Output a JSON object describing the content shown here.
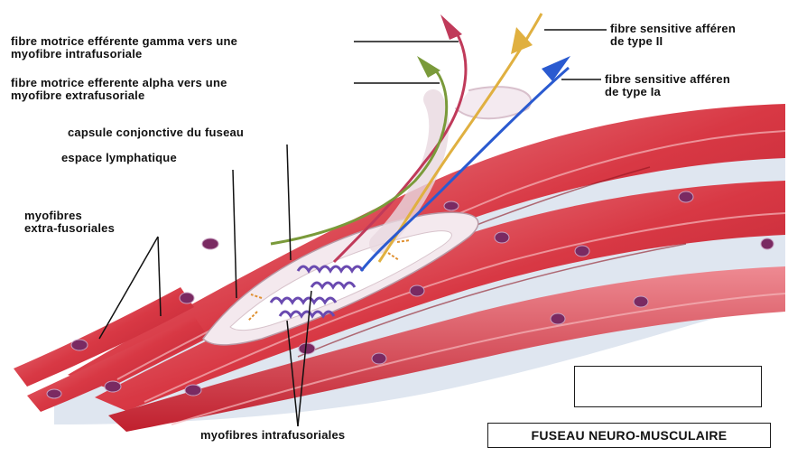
{
  "labels": {
    "gamma_line1": "fibre motrice efférente gamma vers une",
    "gamma_line2": "myofibre intrafusoriale",
    "alpha_line1": "fibre motrice efferente alpha vers une",
    "alpha_line2": "myofibre extrafusoriale",
    "capsule": "capsule conjonctive du fuseau",
    "lymph_space": "espace lymphatique",
    "extra_line1": "myofibres",
    "extra_line2": "extra-fusoriales",
    "intrafusal": "myofibres intrafusoriales",
    "type2_line1": "fibre sensitive afféren",
    "type2_line2": "de type II",
    "type1a_line1": "fibre sensitive afféren",
    "type1a_line2": "de type Ia"
  },
  "title": "FUSEAU NEURO-MUSCULAIRE",
  "colors": {
    "muscle": "#c8283a",
    "muscle_light": "#e9848c",
    "nucleus": "#7a2a62",
    "gamma_fiber": "#c03a5a",
    "alpha_fiber": "#7a9a3a",
    "type2_fiber": "#e0b040",
    "type1a_fiber": "#2a5ad0",
    "intrafusal_coil": "#6a4ab0"
  }
}
